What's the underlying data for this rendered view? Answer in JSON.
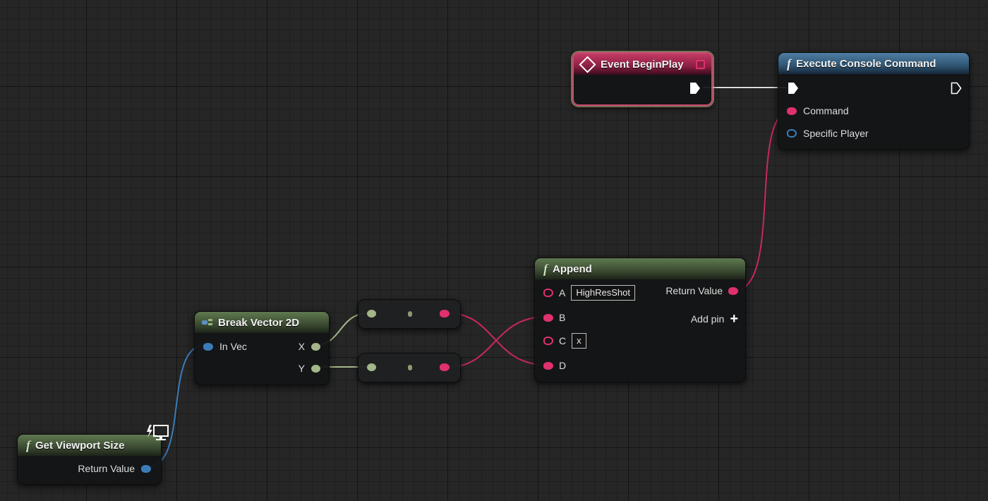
{
  "graph": {
    "colors": {
      "string_pin": "#e0306e",
      "struct_pin": "#3a7cb8",
      "float_pin": "#a4b68a",
      "exec_wire": "#e6e6e6"
    },
    "nodes": {
      "event_begin_play": {
        "title": "Event BeginPlay",
        "icon": "event-diamond-icon"
      },
      "execute_console_command": {
        "title": "Execute Console Command",
        "icon": "function-icon",
        "pins": {
          "command": "Command",
          "specific_player": "Specific Player"
        }
      },
      "append": {
        "title": "Append",
        "icon": "function-icon",
        "pins": {
          "a": "A",
          "a_value": "HighResShot",
          "b": "B",
          "c": "C",
          "c_value": "x",
          "d": "D",
          "return_value": "Return Value",
          "add_pin": "Add pin"
        }
      },
      "break_vector_2d": {
        "title": "Break Vector 2D",
        "icon": "break-struct-icon",
        "pins": {
          "in_vec": "In Vec",
          "x": "X",
          "y": "Y"
        }
      },
      "get_viewport_size": {
        "title": "Get Viewport Size",
        "icon": "function-icon",
        "pins": {
          "return_value": "Return Value"
        }
      }
    }
  }
}
